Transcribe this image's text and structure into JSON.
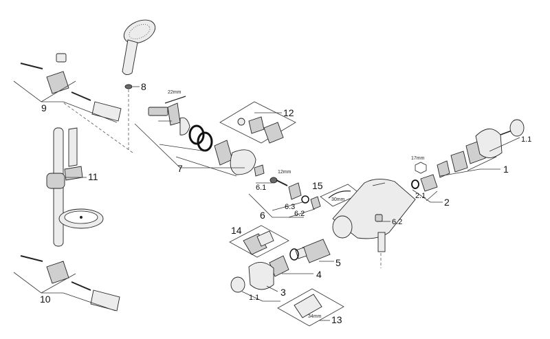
{
  "labels": {
    "p1": "1",
    "p1_1": "1.1",
    "p2": "2",
    "p2_1": "2.1",
    "p3": "3",
    "p3_1": "1.1",
    "p4": "4",
    "p5": "5",
    "p6": "6",
    "p6_1": "6.1",
    "p6_2": "6.2",
    "p6_3": "6.3",
    "p6_2b": "6.2",
    "p7": "7",
    "p8": "8",
    "p9": "9",
    "p10": "10",
    "p11": "11",
    "p12": "12",
    "p13": "13",
    "p14": "14",
    "p15": "15"
  },
  "dimensions": {
    "d22": "22mm",
    "d17": "17mm",
    "d12": "12mm",
    "d30": "30mm",
    "d34": "34mm"
  }
}
